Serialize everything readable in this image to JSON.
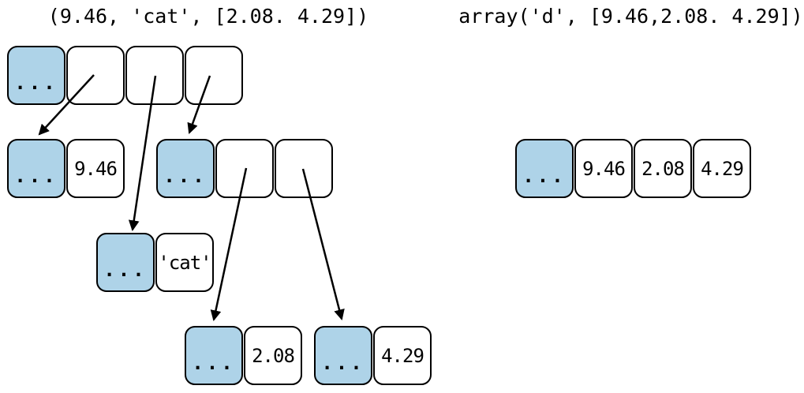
{
  "figure": {
    "colors": {
      "background": "#FFFFFF",
      "stroke": "#000000",
      "cell_fill": "#FFFFFF",
      "object_header_fill": "#AED3E8"
    },
    "ellipsis": "...",
    "tuple": {
      "title": "(9.46, 'cat', [2.08. 4.29])",
      "items": {
        "float1": "9.46",
        "string": "'cat'",
        "float2": "2.08",
        "float3": "4.29"
      }
    },
    "array": {
      "title": "array('d', [9.46,2.08. 4.29])",
      "cells": [
        "...",
        "9.46",
        "2.08",
        "4.29"
      ]
    }
  }
}
